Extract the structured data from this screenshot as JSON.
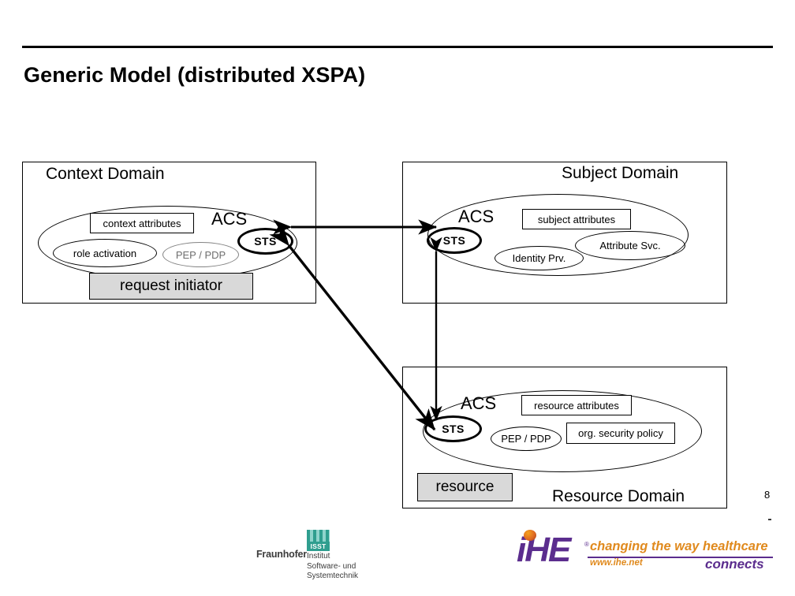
{
  "slide": {
    "title": "Generic Model (distributed XSPA)",
    "page_number": "8"
  },
  "domains": [
    {
      "id": "context",
      "title": "Context Domain",
      "acs_label": "ACS",
      "sts_label": "STS",
      "attribute_box": "context attributes",
      "ellipses": [
        {
          "name": "role-activation",
          "label": "role activation"
        },
        {
          "name": "pep-pdp",
          "label": "PEP / PDP"
        }
      ],
      "actor": "request initiator"
    },
    {
      "id": "subject",
      "title": "Subject Domain",
      "acs_label": "ACS",
      "sts_label": "STS",
      "attribute_box": "subject attributes",
      "ellipses": [
        {
          "name": "identity-provider",
          "label": "Identity Prv."
        },
        {
          "name": "attribute-service",
          "label": "Attribute Svc."
        }
      ],
      "actor": null
    },
    {
      "id": "resource",
      "title": "Resource Domain",
      "acs_label": "ACS",
      "sts_label": "STS",
      "attribute_box": "resource attributes",
      "policy_box": "org. security policy",
      "ellipses": [
        {
          "name": "pep-pdp",
          "label": "PEP / PDP"
        }
      ],
      "actor": "resource"
    }
  ],
  "connectors": [
    {
      "name": "context-sts-to-subject-sts",
      "from": "context.STS",
      "to": "subject.STS",
      "style": "double-headed",
      "orientation": "horizontal"
    },
    {
      "name": "context-sts-to-resource-sts",
      "from": "context.STS",
      "to": "resource.STS",
      "style": "double-headed",
      "orientation": "diagonal"
    },
    {
      "name": "subject-sts-to-resource-sts",
      "from": "subject.STS",
      "to": "resource.STS",
      "style": "double-headed",
      "orientation": "vertical"
    }
  ],
  "logos": {
    "fraunhofer": {
      "wordmark": "Fraunhofer",
      "institute_mark": "ISST",
      "institute_lines": "Institut\nSoftware- und\nSystemtechnik",
      "color": "#2f9e8f"
    },
    "ihe": {
      "wordmark": "iHE",
      "registered": "®",
      "tagline_part1": "changing the way healthcare",
      "tagline_part2": "connects",
      "url": "www.ihe.net",
      "purple": "#5b2d8e",
      "orange": "#e08a1e"
    }
  }
}
